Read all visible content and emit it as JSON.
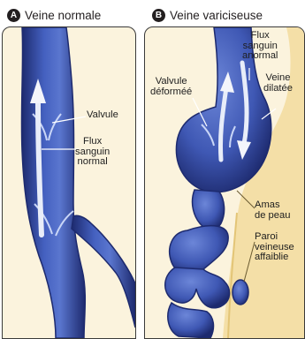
{
  "panel_a": {
    "badge": "A",
    "title": "Veine normale",
    "labels": {
      "valve": "Valvule",
      "flow": [
        "Flux",
        "sanguin",
        "normal"
      ]
    }
  },
  "panel_b": {
    "badge": "B",
    "title": "Veine variciseuse",
    "labels": {
      "abnormal_flow": [
        "Flux",
        "sanguin",
        "anormal"
      ],
      "deformed_valve": [
        "Valvule",
        "déforméé"
      ],
      "dilated_vein": [
        "Veine",
        "dilatée"
      ],
      "skin_mass": [
        "Amas",
        "de peau"
      ],
      "weak_wall": [
        "Paroi",
        "veineuse",
        "affaiblie"
      ]
    }
  },
  "colors": {
    "vein_fill": "#3f58b4",
    "vein_dark": "#1d2a6e",
    "vein_light": "#8fa6e4",
    "skin": "#f4dfa7",
    "background": "#fbf3dd",
    "label_line": "#ffffff"
  }
}
